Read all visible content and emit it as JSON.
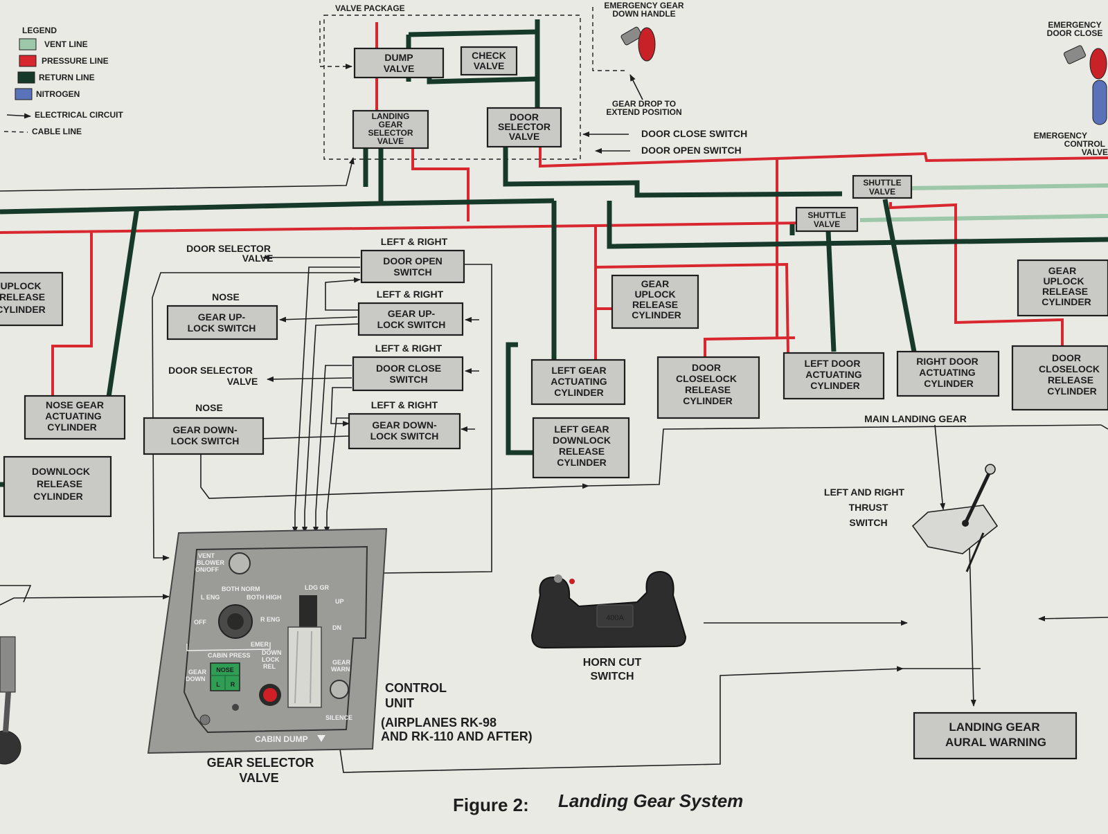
{
  "legend": {
    "title": "LEGEND",
    "items": [
      {
        "label": "VENT LINE",
        "color": "#9cc7a8"
      },
      {
        "label": "PRESSURE LINE",
        "color": "#d8272e"
      },
      {
        "label": "RETURN LINE",
        "color": "#17392a"
      },
      {
        "label": "NITROGEN",
        "color": "#5a72b8"
      },
      {
        "label": "ELECTRICAL CIRCUIT"
      },
      {
        "label": "CABLE LINE"
      }
    ]
  },
  "valve_package": {
    "title": "VALVE PACKAGE",
    "dump_valve": [
      "DUMP",
      "VALVE"
    ],
    "check_valve": [
      "CHECK",
      "VALVE"
    ],
    "landing_gear_selector_valve": [
      "LANDING",
      "GEAR",
      "SELECTOR",
      "VALVE"
    ],
    "door_selector_valve": [
      "DOOR",
      "SELECTOR",
      "VALVE"
    ]
  },
  "emergency_gear": {
    "handle_label": [
      "EMERGENCY GEAR",
      "DOWN HANDLE"
    ],
    "gear_drop_label": [
      "GEAR DROP TO",
      "EXTEND POSITION"
    ]
  },
  "emergency_door": {
    "close_label": [
      "EMERGENCY",
      "DOOR CLOSE"
    ],
    "control_label": [
      "EMERGENCY",
      "CONTROL",
      "VALVE"
    ]
  },
  "signals": {
    "door_close_switch": "DOOR CLOSE SWITCH",
    "door_open_switch": "DOOR OPEN SWITCH",
    "door_selector_valve_1": [
      "DOOR SELECTOR",
      "VALVE"
    ],
    "door_selector_valve_2": [
      "DOOR SELECTOR",
      "VALVE"
    ]
  },
  "shuttle_valves": {
    "upper": [
      "SHUTTLE",
      "VALVE"
    ],
    "lower": [
      "SHUTTLE",
      "VALVE"
    ]
  },
  "switches": {
    "lr_door_open": {
      "heading": "LEFT & RIGHT",
      "label": [
        "DOOR OPEN",
        "SWITCH"
      ]
    },
    "lr_gear_uplock": {
      "heading": "LEFT & RIGHT",
      "label": [
        "GEAR UP-",
        "LOCK SWITCH"
      ]
    },
    "lr_door_close": {
      "heading": "LEFT & RIGHT",
      "label": [
        "DOOR CLOSE",
        "SWITCH"
      ]
    },
    "lr_gear_downlock": {
      "heading": "LEFT & RIGHT",
      "label": [
        "GEAR DOWN-",
        "LOCK SWITCH"
      ]
    },
    "nose_uplock": {
      "heading": "NOSE",
      "label": [
        "GEAR UP-",
        "LOCK SWITCH"
      ]
    },
    "nose_downlock": {
      "heading": "NOSE",
      "label": [
        "GEAR DOWN-",
        "LOCK SWITCH"
      ]
    }
  },
  "cylinders": {
    "left_uplock_partial": [
      "UPLOCK",
      "RELEASE",
      "CYLINDER"
    ],
    "nose_gear_actuating": [
      "NOSE GEAR",
      "ACTUATING",
      "CYLINDER"
    ],
    "downlock_release_partial": [
      "DOWNLOCK",
      "RELEASE",
      "CYLINDER"
    ],
    "gear_uplock_release": [
      "GEAR",
      "UPLOCK",
      "RELEASE",
      "CYLINDER"
    ],
    "left_gear_actuating": [
      "LEFT GEAR",
      "ACTUATING",
      "CYLINDER"
    ],
    "left_gear_downlock_release": [
      "LEFT GEAR",
      "DOWNLOCK",
      "RELEASE",
      "CYLINDER"
    ],
    "door_closelock_release": [
      "DOOR",
      "CLOSELOCK",
      "RELEASE",
      "CYLINDER"
    ],
    "left_door_actuating": [
      "LEFT DOOR",
      "ACTUATING",
      "CYLINDER"
    ],
    "right_door_actuating": [
      "RIGHT DOOR",
      "ACTUATING",
      "CYLINDER"
    ],
    "right_gear_uplock_release": [
      "GEAR",
      "UPLOCK",
      "RELEASE",
      "CYLINDER"
    ],
    "right_door_closelock_release": [
      "DOOR",
      "CLOSELOCK",
      "RELEASE",
      "CYLINDER"
    ]
  },
  "main_landing_gear": "MAIN LANDING GEAR",
  "thrust_switch": [
    "LEFT AND RIGHT",
    "THRUST",
    "SWITCH"
  ],
  "horn_cut_switch": [
    "HORN CUT",
    "SWITCH"
  ],
  "yoke_badge": "400A",
  "aural_warning": [
    "LANDING GEAR",
    "AURAL WARNING"
  ],
  "control_unit": {
    "label": [
      "CONTROL",
      "UNIT"
    ],
    "note": [
      "(AIRPLANES RK-98",
      "AND RK-110 AND AFTER)"
    ],
    "gear_selector_label": [
      "GEAR SELECTOR",
      "VALVE"
    ],
    "panel": {
      "vent_blower": [
        "VENT",
        "BLOWER",
        "ON/OFF"
      ],
      "both_norm": "BOTH NORM",
      "l_eng": "L ENG",
      "both_high": "BOTH HIGH",
      "off": "OFF",
      "r_eng": "R ENG",
      "cabin_press": "CABIN PRESS",
      "emer": "EMER",
      "ldg_gr": "LDG GR",
      "up": "UP",
      "dn": "DN",
      "gear_warn": [
        "GEAR",
        "WARN"
      ],
      "gear_down": [
        "GEAR",
        "DOWN"
      ],
      "nose": "NOSE",
      "l": "L",
      "r": "R",
      "down_lock_rel": [
        "DOWN",
        "LOCK",
        "REL"
      ],
      "silence": "SILENCE",
      "cabin_dump": "CABIN DUMP"
    }
  },
  "caption": {
    "figure": "Figure 2:",
    "title": "Landing Gear System"
  }
}
